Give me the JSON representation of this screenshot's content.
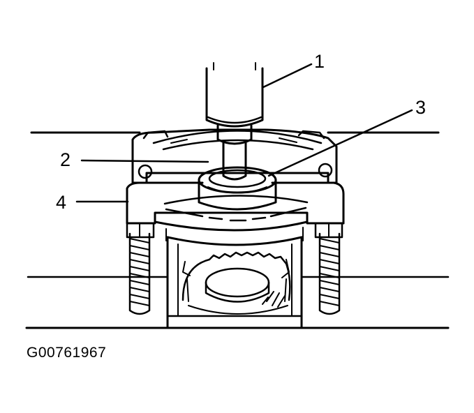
{
  "callouts": [
    {
      "id": "1",
      "label": "1"
    },
    {
      "id": "2",
      "label": "2"
    },
    {
      "id": "3",
      "label": "3"
    },
    {
      "id": "4",
      "label": "4"
    }
  ],
  "figure_id": "G00761967"
}
